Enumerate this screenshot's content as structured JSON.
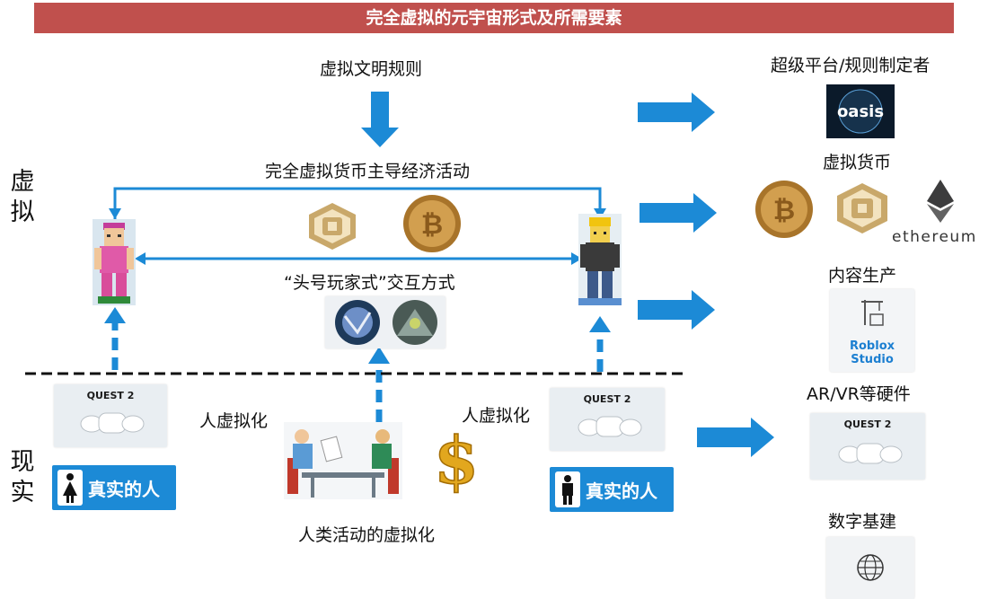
{
  "banner": {
    "title": "完全虚拟的元宇宙形式及所需要素"
  },
  "side_labels": {
    "virtual": "虚\n拟",
    "virtual_1": "虚",
    "virtual_2": "拟",
    "real_1": "现",
    "real_2": "实"
  },
  "center": {
    "rules_label": "虚拟文明规则",
    "currency_activity_label": "完全虚拟货币主导经济活动",
    "interaction_label": "“头号玩家式”交互方式",
    "human_virtualization_left": "人虚拟化",
    "human_virtualization_right": "人虚拟化",
    "activity_virtualization_label": "人类活动的虚拟化",
    "real_person_left": "真实的人",
    "real_person_right": "真实的人",
    "quest_label_left": "QUEST 2",
    "quest_label_right": "QUEST 2"
  },
  "right_column": {
    "platform_label": "超级平台/规则制定者",
    "platform_logo_text": "oasis",
    "currency_label": "虚拟货币",
    "ethereum_text": "ethereum",
    "content_label": "内容生产",
    "roblox_text_1": "Roblox",
    "roblox_text_2": "Studio",
    "hardware_label": "AR/VR等硬件",
    "quest_label": "QUEST 2",
    "infrastructure_label": "数字基建"
  },
  "colors": {
    "banner": "#c0504d",
    "arrow_blue": "#1c8ad6",
    "dash": "#111111"
  },
  "icons": {
    "bitcoin": "bitcoin-coin-icon",
    "robux": "robux-coin-icon",
    "dollar": "dollar-sign-icon",
    "ethereum": "ethereum-diamond-icon",
    "female": "female-person-icon",
    "male": "male-person-icon",
    "crane": "crane-icon",
    "globe": "globe-icon"
  }
}
